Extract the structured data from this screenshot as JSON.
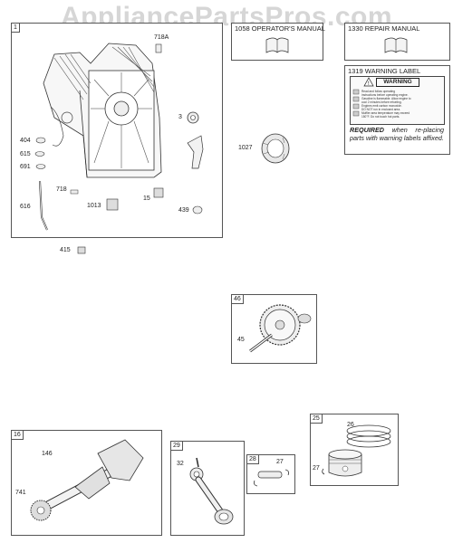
{
  "watermark": "AppliancePartsPros.com",
  "main_box": {
    "number": "1",
    "labels": {
      "p718A": "718A",
      "p3": "3",
      "p404": "404",
      "p615": "615",
      "p691": "691",
      "p616": "616",
      "p718": "718",
      "p1013": "1013",
      "p15": "15",
      "p439": "439",
      "p1027": "1027",
      "p415": "415"
    }
  },
  "manuals": {
    "operators": "1058 OPERATOR'S MANUAL",
    "repair": "1330 REPAIR MANUAL"
  },
  "warning_label": {
    "title": "1319 WARNING LABEL",
    "header": "WARNING",
    "rows": [
      "Read and follow operating",
      "instructions before operating engine.",
      "Gasoline is flammable. Allow engine to",
      "cool 2 minutes before refueling.",
      "Engines emit carbon monoxide.",
      "DO NOT run in enclosed area.",
      "Muffler area temperature may exceed",
      "150°F. Do not touch hot parts."
    ],
    "required_word": "REQUIRED",
    "required_text": " when re-placing parts with warning labels affixed."
  },
  "cam_box": {
    "number": "46",
    "label_45": "45"
  },
  "crank_box": {
    "number": "16",
    "label_146": "146",
    "label_741": "741"
  },
  "rod_box": {
    "number": "29",
    "label_32": "32"
  },
  "pin_box": {
    "number": "28",
    "label_27": "27"
  },
  "piston_box": {
    "number": "25",
    "label_26": "26",
    "label_27": "27"
  }
}
